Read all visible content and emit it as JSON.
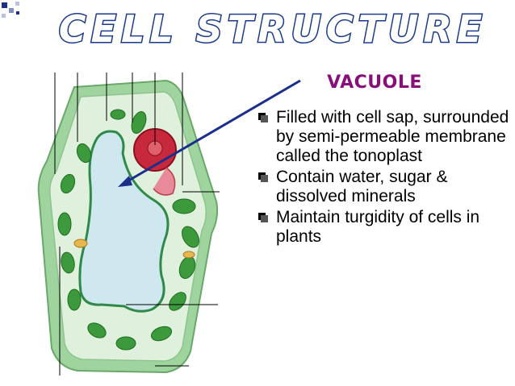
{
  "slide": {
    "title": "CELL STRUCTURE",
    "heading": "VACUOLE",
    "bullets": [
      "Filled with cell sap, surrounded by semi-permeable membrane called the tonoplast",
      "Contain water, sugar & dissolved minerals",
      "Maintain turgidity of cells in plants"
    ]
  },
  "colors": {
    "title_fill": "#ffffff",
    "title_outline": "#1a3a8c",
    "heading": "#8a0e7a",
    "arrow": "#1c2e8c",
    "cell_wall": "#98cc98",
    "vacuole": "#cfe8f0",
    "chloroplast": "#3c9a3c",
    "nucleus": "#c8283c"
  },
  "icons": {
    "bullet": "square-bullet-icon",
    "decoration": "corner-squares-icon"
  }
}
